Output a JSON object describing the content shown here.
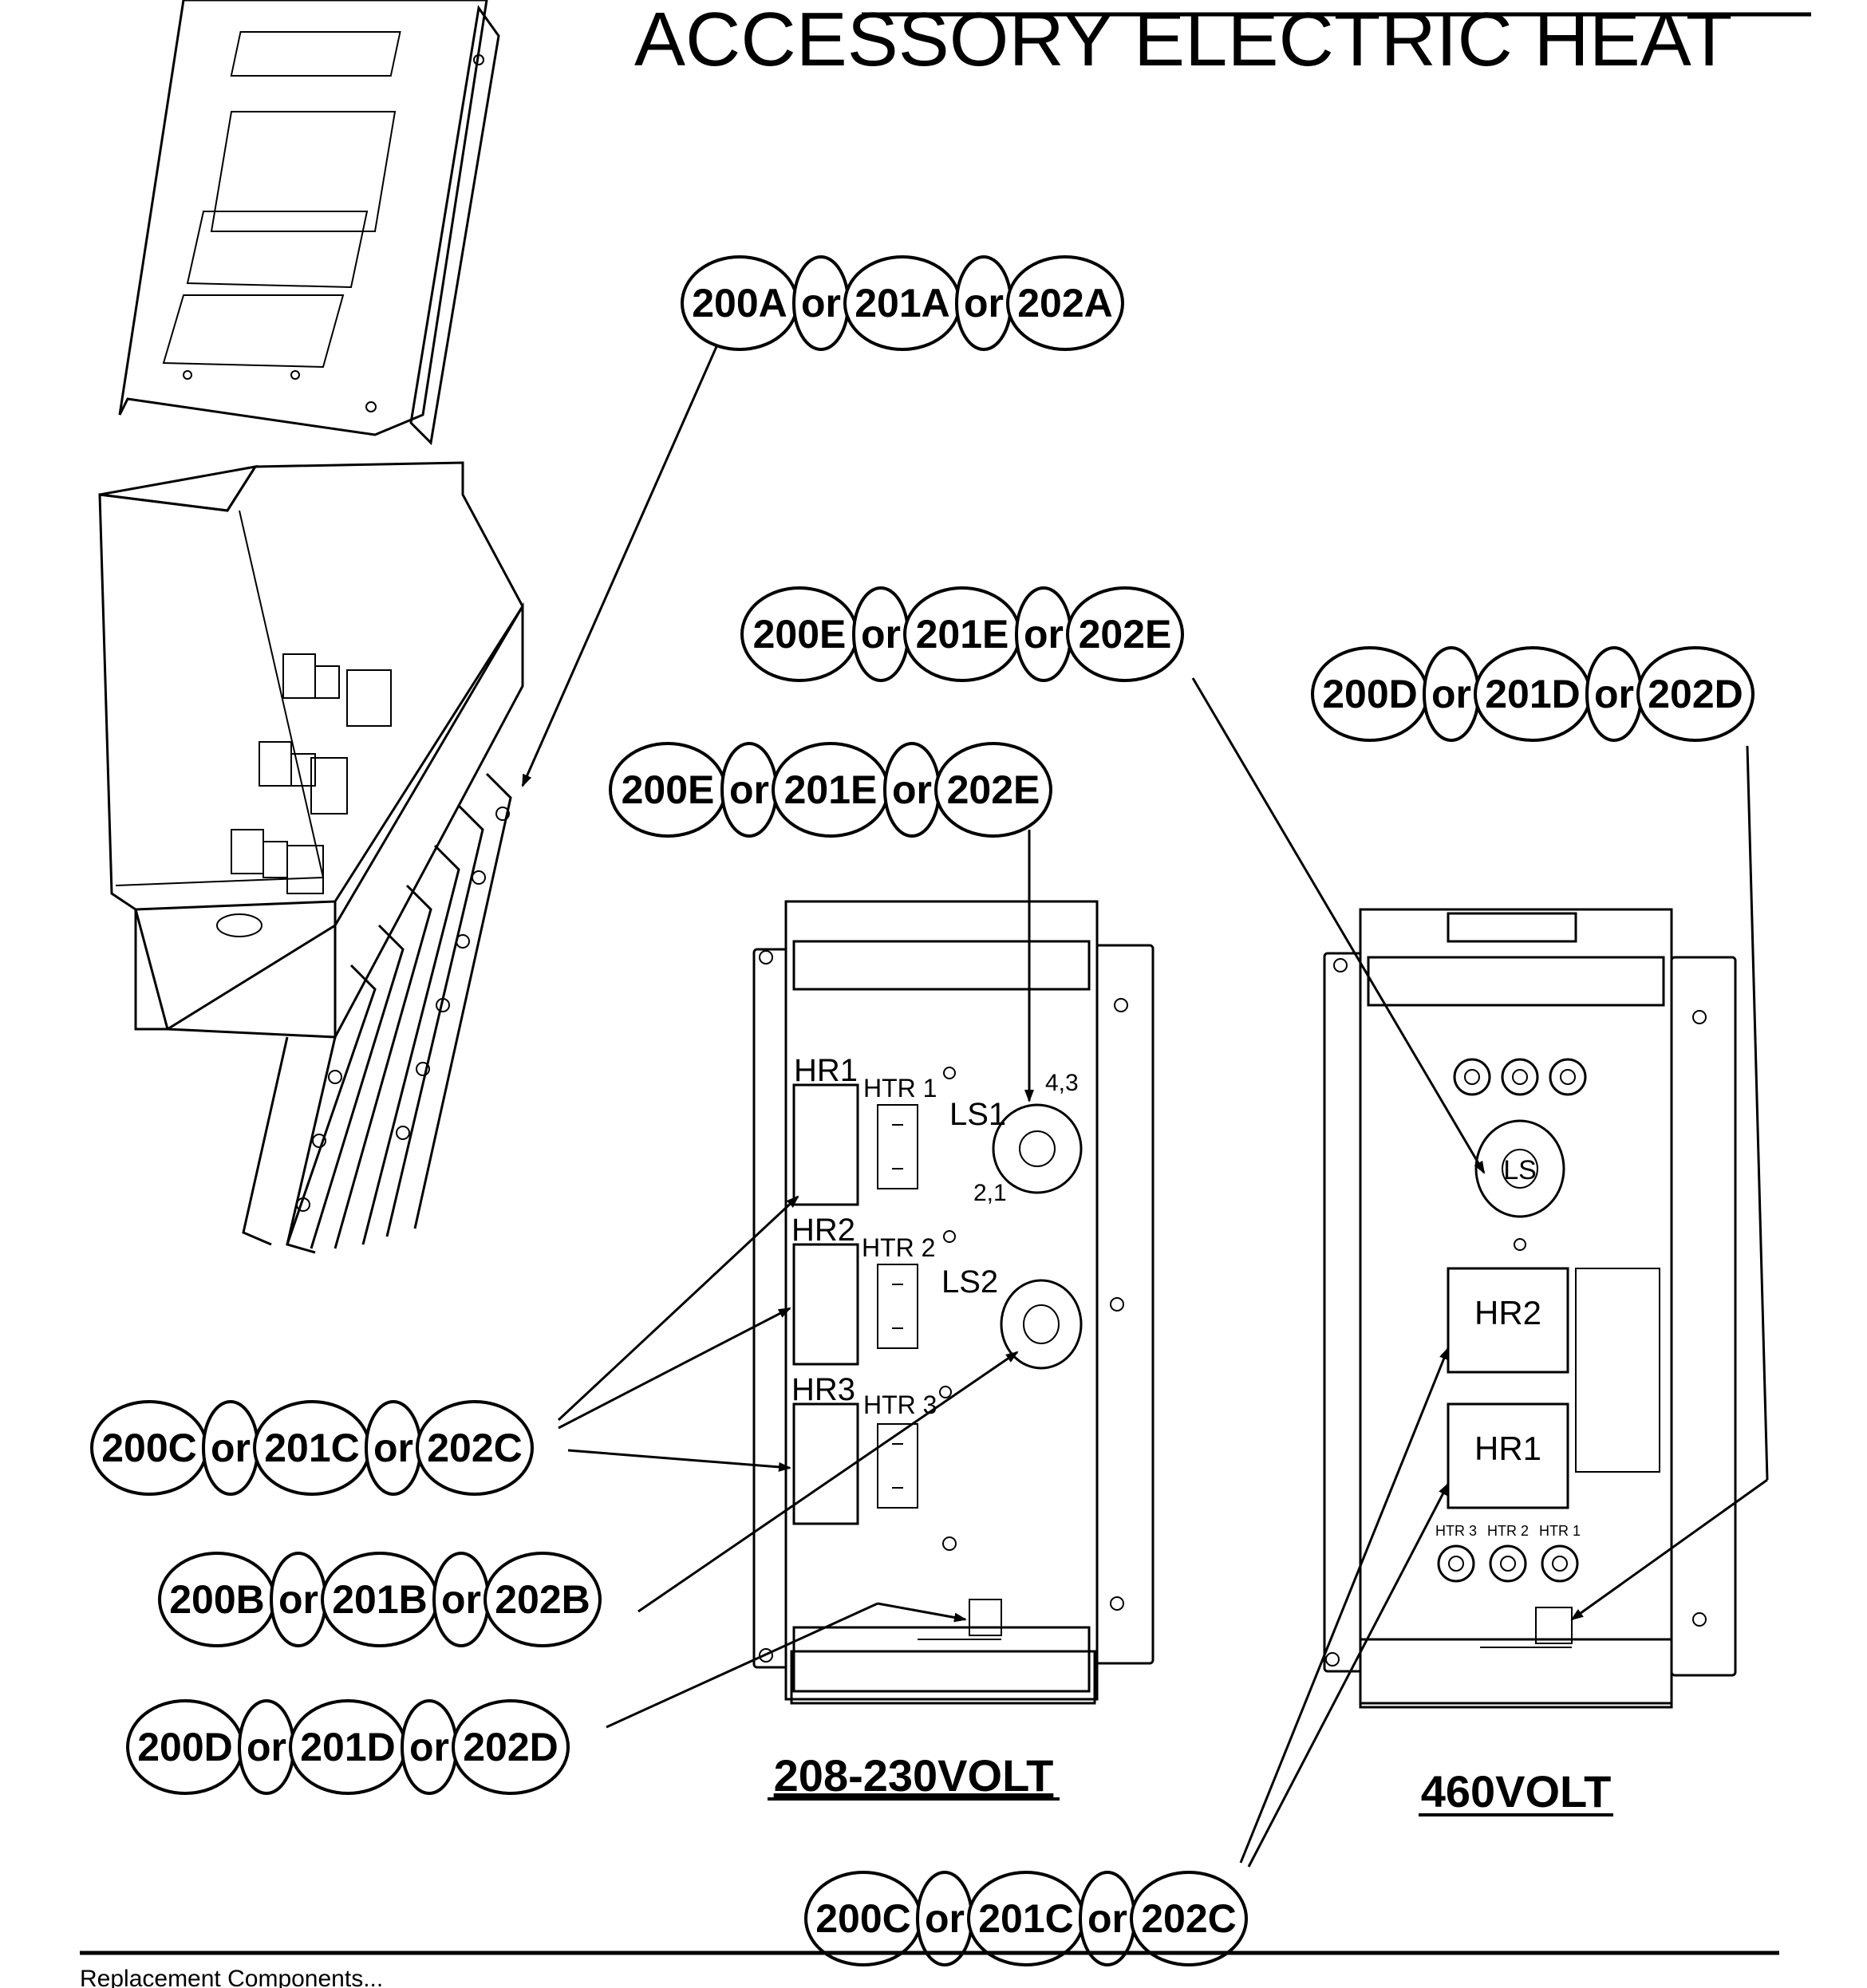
{
  "title": "ACCESSORY ELECTRIC HEAT",
  "panels": {
    "left_caption": "208-230VOLT",
    "right_caption": "460VOLT"
  },
  "labels": {
    "hr1": "HR1",
    "hr2": "HR2",
    "hr3": "HR3",
    "htr1": "HTR 1",
    "htr2": "HTR 2",
    "htr3": "HTR 3",
    "ls1": "LS1",
    "ls2": "LS2",
    "ls": "LS",
    "t43": "4,3",
    "t21": "2,1",
    "r_hr2": "HR2",
    "r_hr1": "HR1",
    "r_htr3": "HTR 3",
    "r_htr2": "HTR 2",
    "r_htr1": "HTR 1"
  },
  "callouts": [
    {
      "id": "A",
      "parts": [
        "200A",
        "or",
        "201A",
        "or",
        "202A"
      ]
    },
    {
      "id": "E1",
      "parts": [
        "200E",
        "or",
        "201E",
        "or",
        "202E"
      ]
    },
    {
      "id": "E2",
      "parts": [
        "200E",
        "or",
        "201E",
        "or",
        "202E"
      ]
    },
    {
      "id": "D1",
      "parts": [
        "200D",
        "or",
        "201D",
        "or",
        "202D"
      ]
    },
    {
      "id": "C1",
      "parts": [
        "200C",
        "or",
        "201C",
        "or",
        "202C"
      ]
    },
    {
      "id": "B",
      "parts": [
        "200B",
        "or",
        "201B",
        "or",
        "202B"
      ]
    },
    {
      "id": "D2",
      "parts": [
        "200D",
        "or",
        "201D",
        "or",
        "202D"
      ]
    },
    {
      "id": "C2",
      "parts": [
        "200C",
        "or",
        "201C",
        "or",
        "202C"
      ]
    }
  ],
  "footer": "Replacement Components..."
}
